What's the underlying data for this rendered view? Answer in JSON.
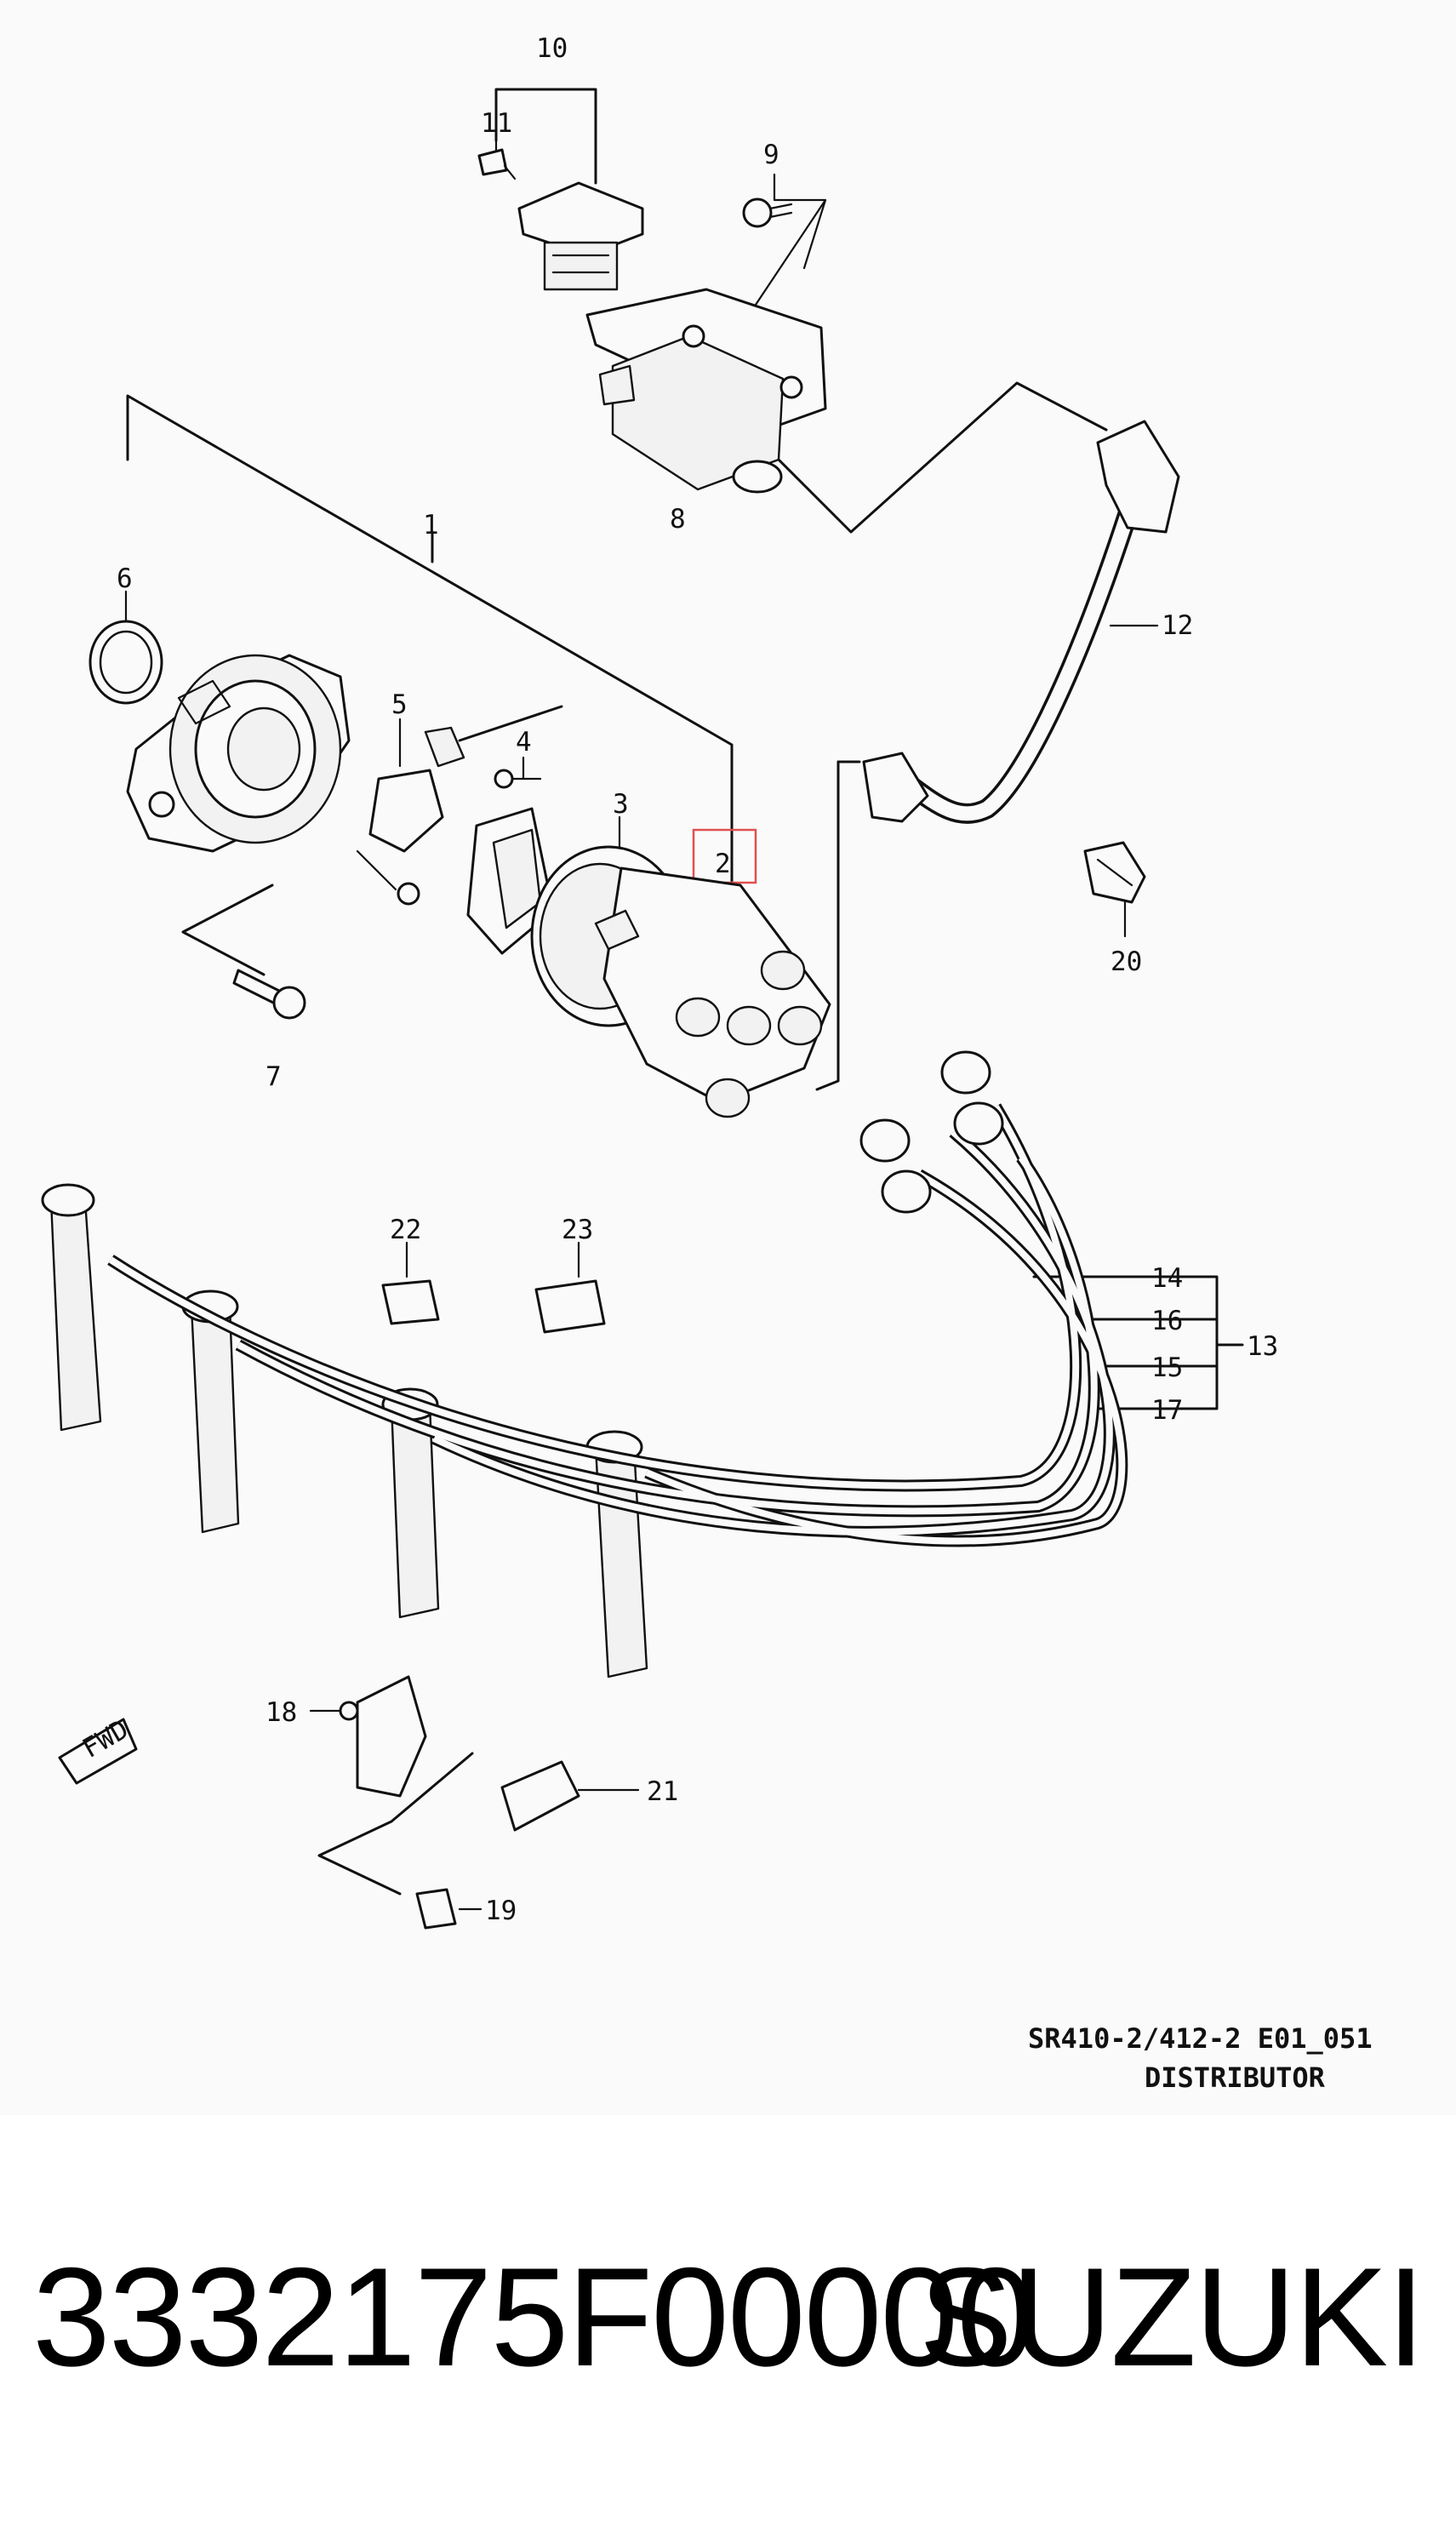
{
  "diagram": {
    "code": "SR410-2/412-2 E01_051",
    "title": "DISTRIBUTOR",
    "fwd_label": "FWD",
    "callouts": [
      "1",
      "2",
      "3",
      "4",
      "5",
      "6",
      "7",
      "8",
      "9",
      "10",
      "11",
      "12",
      "13",
      "14",
      "15",
      "16",
      "17",
      "18",
      "19",
      "20",
      "21",
      "22",
      "23"
    ],
    "highlighted_callout": "2",
    "highlight_color": "#e05050"
  },
  "footer": {
    "part_number": "3332175F00000",
    "brand": "SUZUKI"
  }
}
